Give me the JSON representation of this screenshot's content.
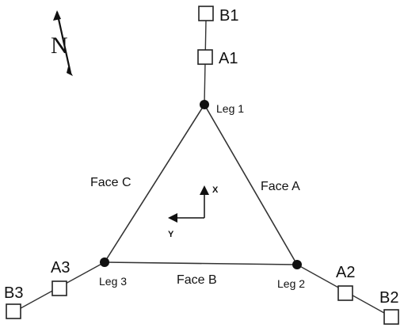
{
  "north_label": "N",
  "legs": {
    "leg1": "Leg 1",
    "leg2": "Leg 2",
    "leg3": "Leg 3"
  },
  "faces": {
    "a": "Face A",
    "b": "Face B",
    "c": "Face C"
  },
  "anchors": {
    "a1": "A1",
    "b1": "B1",
    "a2": "A2",
    "b2": "B2",
    "a3": "A3",
    "b3": "B3"
  },
  "axes": {
    "x": "X",
    "y": "Y"
  }
}
